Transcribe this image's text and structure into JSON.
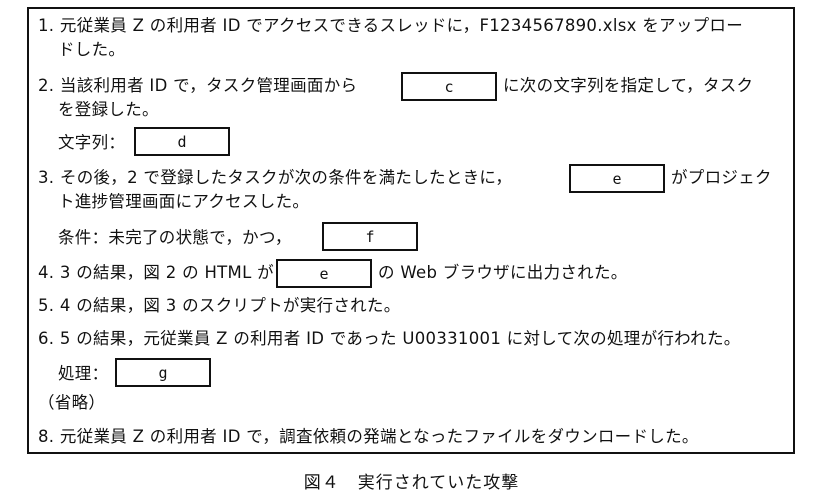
{
  "items": [
    {
      "line1": "1. 元従業員 Z の利用者 ID でアクセスできるスレッドに，F1234567890.xlsx をアップロー",
      "line2": "ドした。"
    },
    {
      "pre": "2. 当該利用者 ID で，タスク管理画面から",
      "post": "に次の文字列を指定して，タスク",
      "line2": "を登録した。"
    },
    {
      "pre": "文字列："
    },
    {
      "pre": "3. その後，2 で登録したタスクが次の条件を満たしたときに，",
      "post": "がプロジェク",
      "line2": "ト進捗管理画面にアクセスした。"
    },
    {
      "pre": "条件：未完了の状態で，かつ，"
    },
    {
      "pre": "4. 3 の結果，図 2 の HTML が",
      "post": "の Web ブラウザに出力された。"
    },
    {
      "line1": "5. 4 の結果，図 3 のスクリプトが実行された。"
    },
    {
      "line1": "6. 5 の結果，元従業員 Z の利用者 ID であった U00331001 に対して次の処理が行われた。"
    },
    {
      "pre": "処理："
    },
    {
      "line1": "（省略）"
    },
    {
      "line1": "8. 元従業員 Z の利用者 ID で，調査依頼の発端となったファイルをダウンロードした。"
    }
  ],
  "blanks": {
    "c": "c",
    "d": "d",
    "e1": "e",
    "f": "f",
    "e2": "e",
    "g": "g"
  },
  "caption": "図４　実行されていた攻撃"
}
